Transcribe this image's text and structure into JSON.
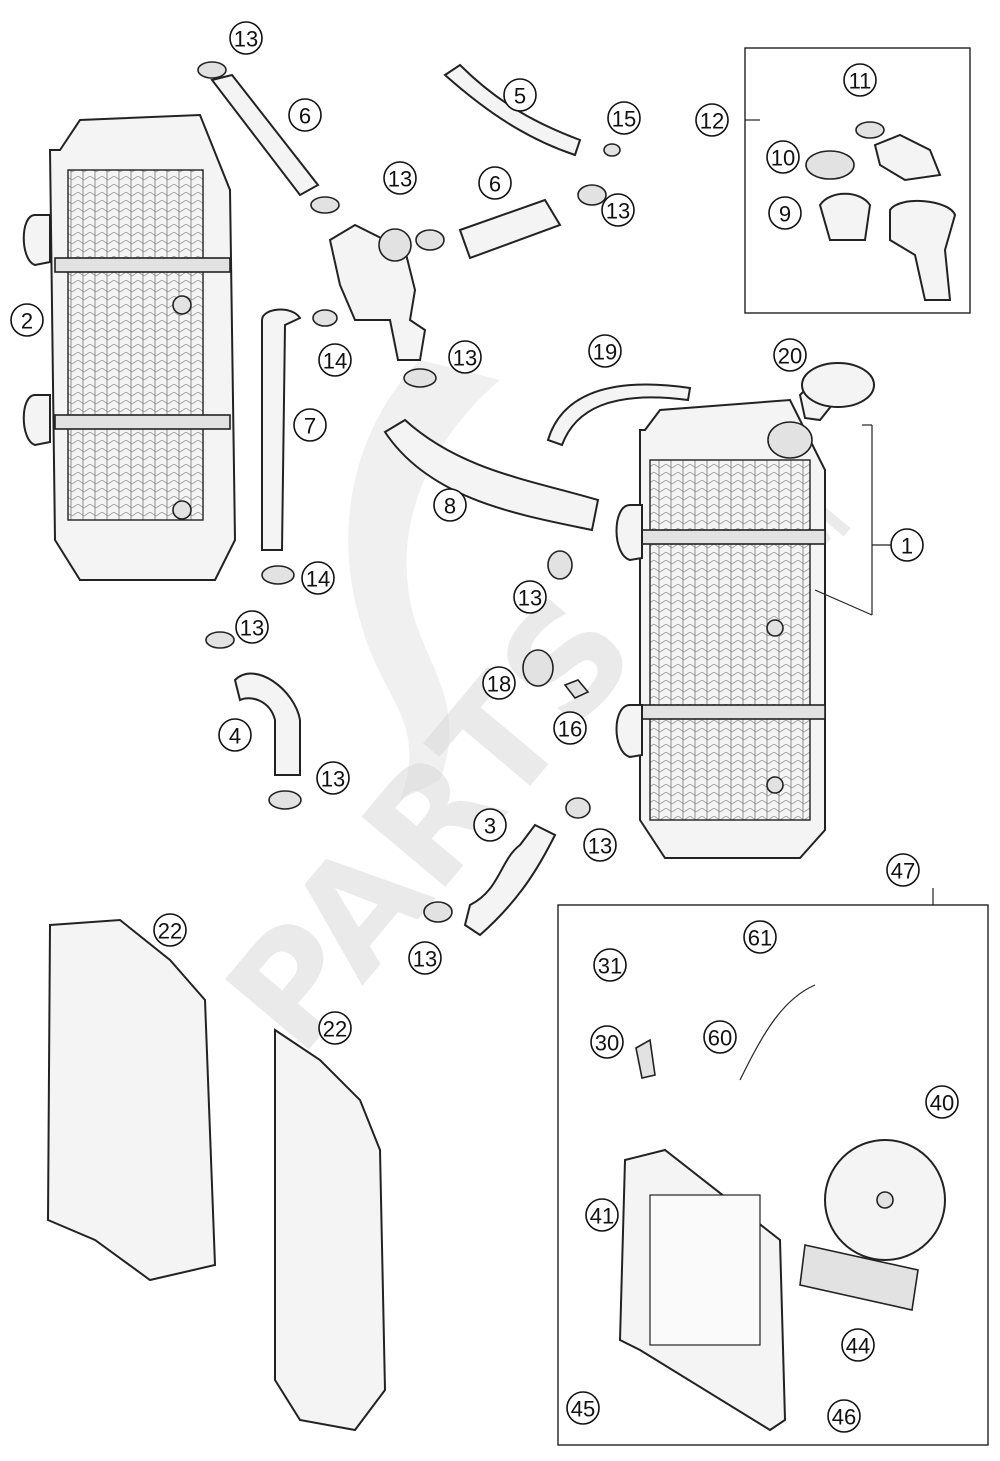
{
  "diagram": {
    "watermark": {
      "text": "PARTS",
      "suffix": ".COM"
    },
    "callouts": [
      {
        "label": "1"
      },
      {
        "label": "2"
      },
      {
        "label": "3"
      },
      {
        "label": "4"
      },
      {
        "label": "5"
      },
      {
        "label": "6"
      },
      {
        "label": "6"
      },
      {
        "label": "7"
      },
      {
        "label": "8"
      },
      {
        "label": "9"
      },
      {
        "label": "10"
      },
      {
        "label": "11"
      },
      {
        "label": "12"
      },
      {
        "label": "13"
      },
      {
        "label": "13"
      },
      {
        "label": "13"
      },
      {
        "label": "13"
      },
      {
        "label": "13"
      },
      {
        "label": "13"
      },
      {
        "label": "13"
      },
      {
        "label": "13"
      },
      {
        "label": "13"
      },
      {
        "label": "14"
      },
      {
        "label": "14"
      },
      {
        "label": "15"
      },
      {
        "label": "16"
      },
      {
        "label": "18"
      },
      {
        "label": "19"
      },
      {
        "label": "20"
      },
      {
        "label": "22"
      },
      {
        "label": "22"
      },
      {
        "label": "30"
      },
      {
        "label": "31"
      },
      {
        "label": "40"
      },
      {
        "label": "41"
      },
      {
        "label": "44"
      },
      {
        "label": "45"
      },
      {
        "label": "46"
      },
      {
        "label": "47"
      },
      {
        "label": "60"
      },
      {
        "label": "61"
      }
    ]
  }
}
